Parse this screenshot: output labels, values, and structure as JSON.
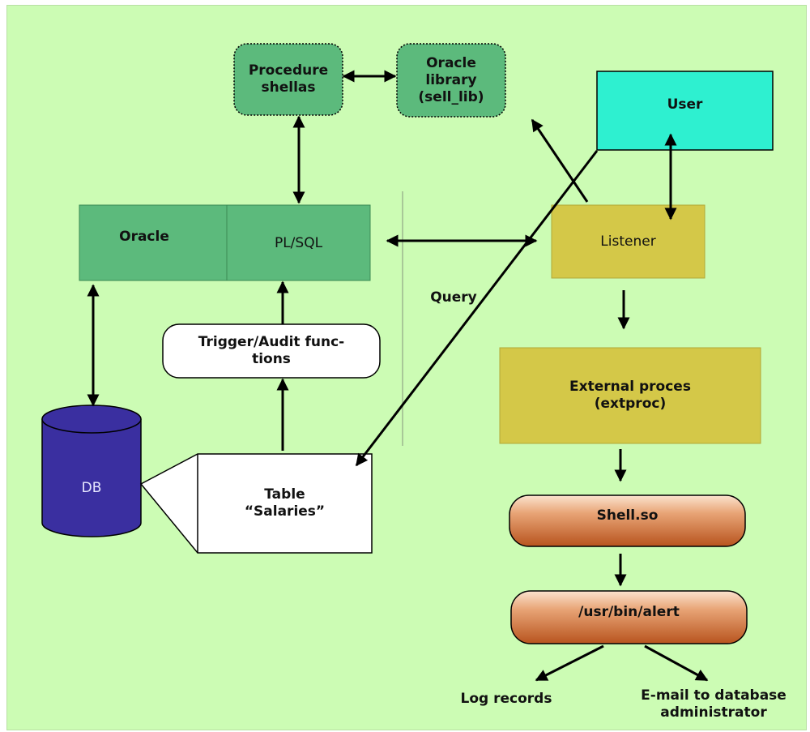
{
  "nodes": {
    "procedure_shellas": "Procedure\nshellas",
    "oracle_library": "Oracle\nlibrary\n(sell_lib)",
    "user": "User",
    "oracle": "Oracle",
    "plsql": "PL/SQL",
    "listener": "Listener",
    "trigger": "Trigger/Audit func-\ntions",
    "external_proces": "External proces\n(extproc)",
    "db": "DB",
    "table": "Table\n“Salaries”",
    "shell_so": "Shell.so",
    "alert": "/usr/bin/alert"
  },
  "edge_labels": {
    "query": "Query"
  },
  "outputs": {
    "log_records": "Log records",
    "email": "E-mail to database\nadministrator"
  },
  "colors": {
    "background": "#ccfcb4",
    "oracle_green": "#5cba7c",
    "user_cyan": "#2ef0d0",
    "listener_olive": "#d4c848",
    "db_blue": "#3a2fa0",
    "shell_orange": "#d8804c"
  }
}
